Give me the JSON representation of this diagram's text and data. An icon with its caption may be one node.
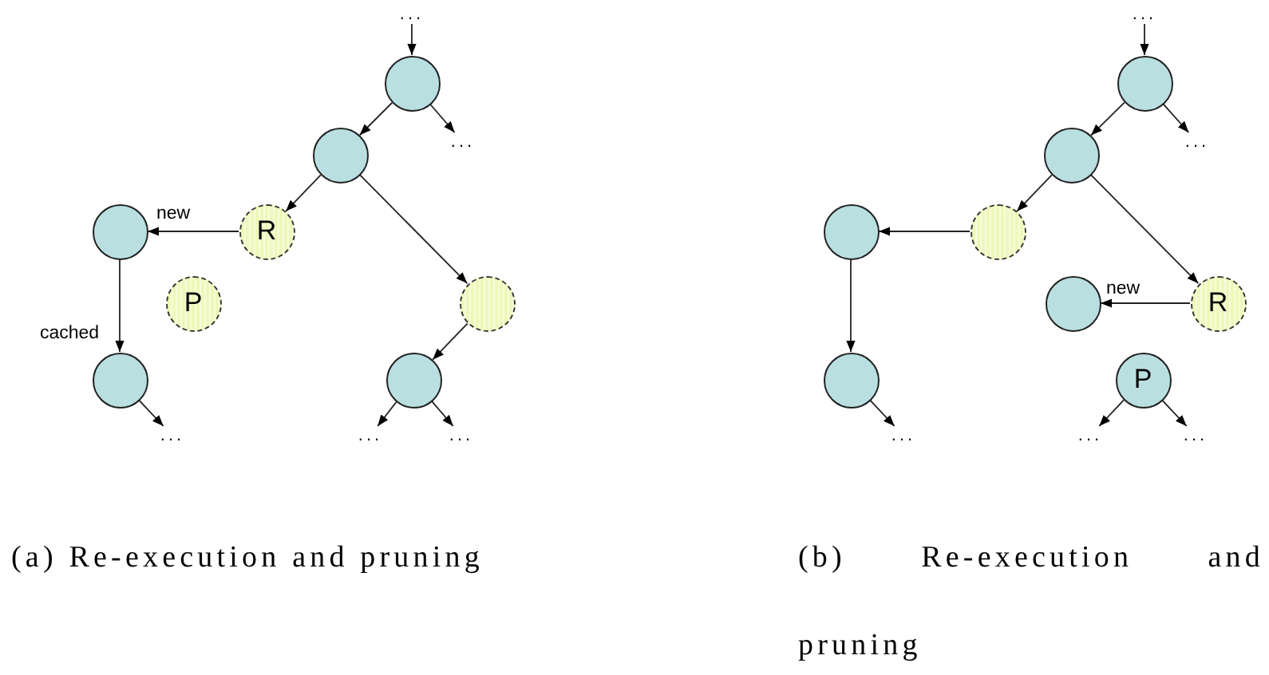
{
  "diagram": {
    "nodes": [
      {
        "text": [
          "..."
        ]
      },
      {
        "text": [],
        "shape": "circle"
      },
      {
        "text": [
          "..."
        ]
      },
      {
        "text": [],
        "shape": "circle"
      },
      {
        "text": [],
        "shape": "circle"
      },
      {
        "text": [
          "R"
        ]
      },
      {
        "text": [
          "P"
        ]
      },
      {
        "text": [],
        "shape": "circle"
      },
      {
        "text": [],
        "shape": "circle"
      },
      {
        "text": [],
        "shape": "circle"
      },
      {
        "text": [
          "..."
        ]
      },
      {
        "text": [
          "..."
        ]
      },
      {
        "text": [
          "..."
        ]
      },
      {
        "text": [
          "..."
        ]
      },
      {
        "text": [],
        "shape": "circle"
      },
      {
        "text": [
          "..."
        ]
      },
      {
        "text": [],
        "shape": "circle"
      },
      {
        "text": [],
        "shape": "circle"
      },
      {
        "text": [],
        "shape": "circle"
      },
      {
        "text": [],
        "shape": "circle"
      },
      {
        "text": [
          "R"
        ]
      },
      {
        "text": [],
        "shape": "circle"
      },
      {
        "text": [
          "P"
        ]
      },
      {
        "text": [
          "..."
        ]
      },
      {
        "text": [
          "..."
        ]
      },
      {
        "text": [
          "..."
        ]
      }
    ],
    "edges": [
      {
        "from": 0,
        "to": 1,
        "arrow": "to"
      },
      {
        "from": 1,
        "to": 2,
        "arrow": "to"
      },
      {
        "from": 1,
        "to": 3,
        "arrow": "to"
      },
      {
        "from": 3,
        "to": 5,
        "arrow": "to"
      },
      {
        "from": 3,
        "to": 7,
        "arrow": "to"
      },
      {
        "from": 5,
        "to": 4,
        "arrow": "to",
        "label": "new"
      },
      {
        "from": 4,
        "to": 8,
        "arrow": "to",
        "label": "cached"
      },
      {
        "from": 8,
        "to": 10,
        "arrow": "to"
      },
      {
        "from": 7,
        "to": 9,
        "arrow": "to"
      },
      {
        "from": 9,
        "to": 11,
        "arrow": "to"
      },
      {
        "from": 9,
        "to": 12,
        "arrow": "to"
      },
      {
        "from": 13,
        "to": 14,
        "arrow": "to"
      },
      {
        "from": 14,
        "to": 15,
        "arrow": "to"
      },
      {
        "from": 14,
        "to": 16,
        "arrow": "to"
      },
      {
        "from": 16,
        "to": 18,
        "arrow": "to"
      },
      {
        "from": 16,
        "to": 20,
        "arrow": "to"
      },
      {
        "from": 18,
        "to": 17,
        "arrow": "to"
      },
      {
        "from": 17,
        "to": 21,
        "arrow": "to"
      },
      {
        "from": 21,
        "to": 23,
        "arrow": "to"
      },
      {
        "from": 20,
        "to": 19,
        "arrow": "to",
        "label": "new"
      },
      {
        "from": 22,
        "to": 24,
        "arrow": "to"
      },
      {
        "from": 22,
        "to": 25,
        "arrow": "to"
      }
    ],
    "labels": [
      "(a) Re-execution and pruning",
      "(b) Re-execution and pruning"
    ]
  }
}
